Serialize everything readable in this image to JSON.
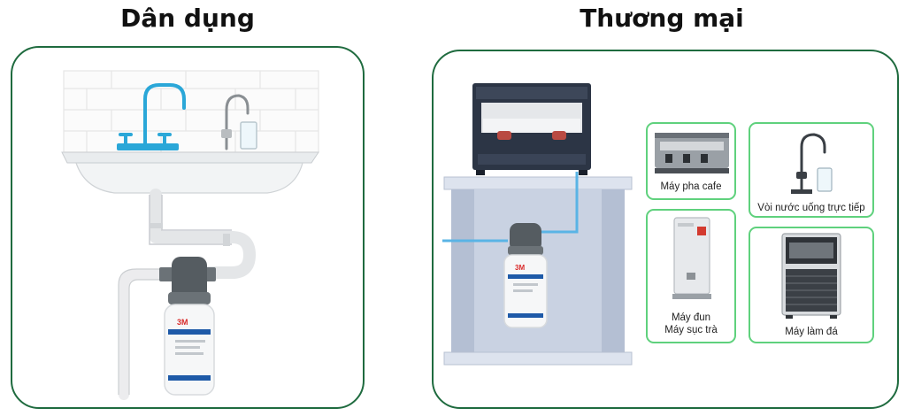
{
  "sections": {
    "residential": {
      "title": "Dân dụng"
    },
    "commercial": {
      "title": "Thương mại",
      "applications": [
        {
          "id": "coffee",
          "lines": [
            "Máy pha cafe"
          ]
        },
        {
          "id": "faucet",
          "lines": [
            "Vòi nước uống trực tiếp"
          ]
        },
        {
          "id": "boiler",
          "lines": [
            "Máy đun",
            "Máy sục trà"
          ]
        },
        {
          "id": "ice",
          "lines": [
            "Máy làm đá"
          ]
        }
      ]
    }
  },
  "brand": {
    "filter_logo": "3M"
  },
  "colors": {
    "panel_border": "#1f6b3f",
    "card_border": "#5fd17d",
    "water_line": "#5ab4e5",
    "faucet_blue": "#2aa7d8",
    "filter_head": "#555c61"
  }
}
